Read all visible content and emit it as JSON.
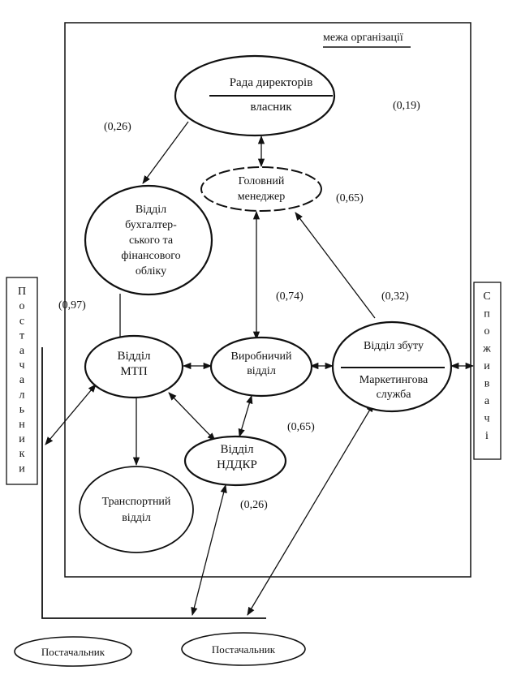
{
  "boundary_label": "межа організації",
  "nodes": {
    "board": {
      "top": "Рада директорів",
      "bottom": "власник"
    },
    "manager": {
      "lines": [
        "Головний",
        "менеджер"
      ]
    },
    "accounting": {
      "lines": [
        "Відділ",
        "бухгалтер-",
        "ського та",
        "фінансового",
        "обліку"
      ]
    },
    "mtp": {
      "lines": [
        "Відділ",
        "МТП"
      ]
    },
    "production": {
      "lines": [
        "Виробничий",
        "відділ"
      ]
    },
    "sales": {
      "top": "Відділ збуту",
      "bottom_lines": [
        "Маркетингова",
        "служба"
      ]
    },
    "rnd": {
      "lines": [
        "Відділ",
        "НДДКР"
      ]
    },
    "transport": {
      "lines": [
        "Транспортний",
        "відділ"
      ]
    }
  },
  "coefficients": {
    "board_accounting": "(0,26)",
    "board_right": "(0,19)",
    "manager_sales": "(0,65)",
    "accounting_mtp": "(0,97)",
    "manager_production": "(0,74)",
    "sales_up": "(0,32)",
    "production_sales": "(0,65)",
    "rnd_supplier": "(0,26)"
  },
  "side_boxes": {
    "suppliers": "Постачальники",
    "consumers": "Споживачі"
  },
  "external": {
    "supplier1": "Постачальник",
    "supplier2": "Постачальник"
  }
}
